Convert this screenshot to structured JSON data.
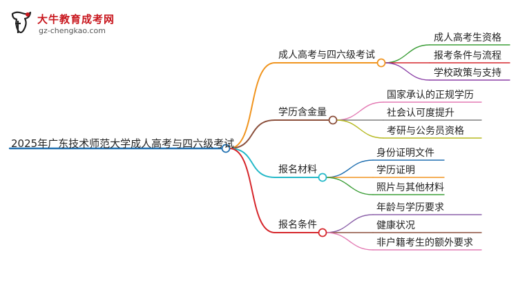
{
  "logo": {
    "icon": "bull-logo-icon",
    "title": "大牛教育成考网",
    "url": "gz-chengkao.com"
  },
  "mindmap": {
    "root": "2025年广东技术师范大学成人高考与四六级考试",
    "branches": [
      {
        "label": "成人高考与四六级考试",
        "color": "#f0941e",
        "children": [
          {
            "label": "成人高考生资格",
            "color": "#3a9d36"
          },
          {
            "label": "报考条件与流程",
            "color": "#d6262b"
          },
          {
            "label": "学校政策与支持",
            "color": "#8a3fa6"
          }
        ]
      },
      {
        "label": "学历含金量",
        "color": "#8b4f3b",
        "children": [
          {
            "label": "国家承认的正规学历",
            "color": "#e37ab3"
          },
          {
            "label": "社会认可度提升",
            "color": "#7d7d7d"
          },
          {
            "label": "考研与公务员资格",
            "color": "#b5b81e"
          }
        ]
      },
      {
        "label": "报名材料",
        "color": "#22b8c8",
        "children": [
          {
            "label": "身份证明文件",
            "color": "#1f6fb0"
          },
          {
            "label": "学历证明",
            "color": "#f0941e"
          },
          {
            "label": "照片与其他材料",
            "color": "#3a9d36"
          }
        ]
      },
      {
        "label": "报名条件",
        "color": "#d6262b",
        "children": [
          {
            "label": "年龄与学历要求",
            "color": "#8a5fa8"
          },
          {
            "label": "健康状况",
            "color": "#8b4f3b"
          },
          {
            "label": "非户籍考生的额外要求",
            "color": "#e37ab3"
          }
        ]
      }
    ]
  }
}
